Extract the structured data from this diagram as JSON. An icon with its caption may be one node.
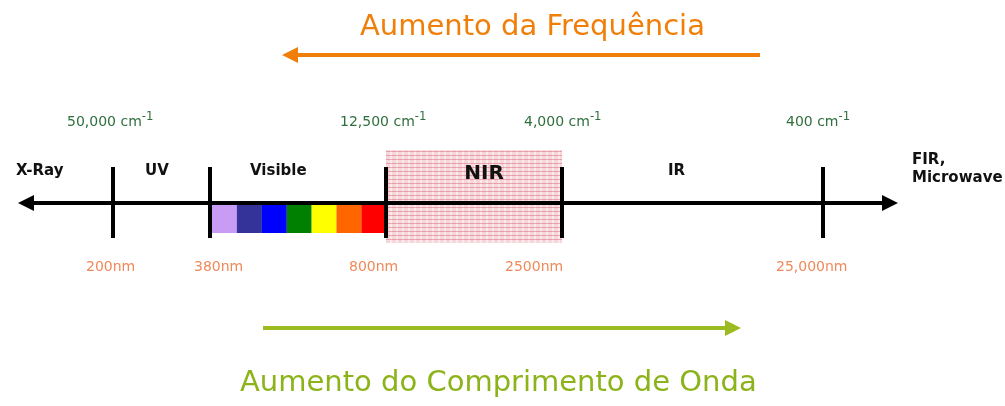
{
  "diagram": {
    "nodes": [
      {
        "text": [
          "NIR"
        ]
      }
    ],
    "labels": [
      "Aumento da Frequência",
      "50,000 cm$^{-1}$",
      "12,500 cm$^{-1}$",
      "4,000 cm$^{-1}$",
      "400 cm$^{-1}$",
      "X-Ray",
      "UV",
      "Visible",
      "IR",
      "FIR, Microwave",
      "200nm",
      "380nm",
      "800nm",
      "2500nm",
      "25,000nm",
      "Aumento do Comprimento de Onda"
    ]
  }
}
